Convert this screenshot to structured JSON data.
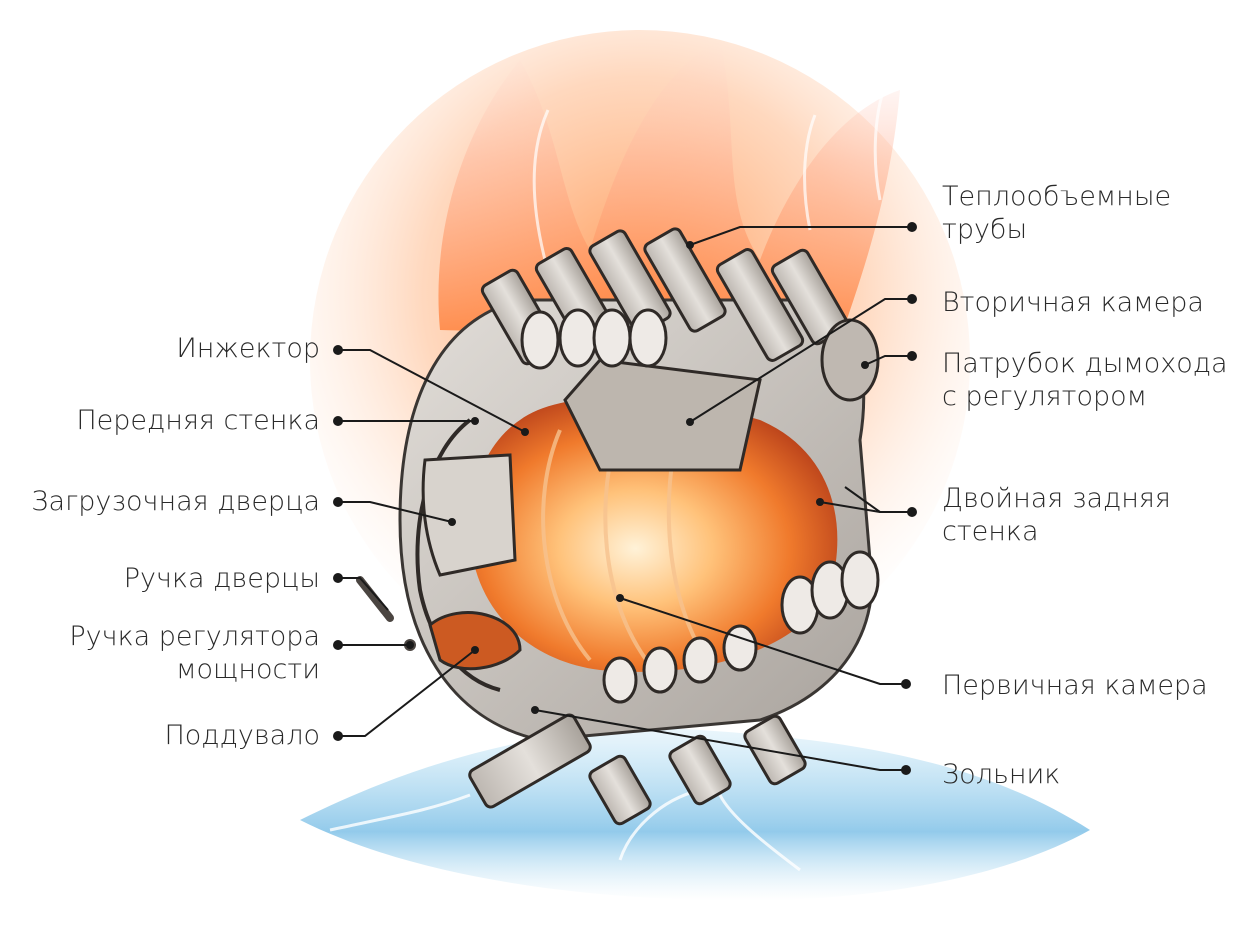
{
  "labels": {
    "injector": "Инжектор",
    "front_wall": "Передняя стенка",
    "loading_door": "Загрузочная дверца",
    "door_handle": "Ручка дверцы",
    "power_handle_1": "Ручка регулятора",
    "power_handle_2": "мощности",
    "ash_blower": "Поддувало",
    "heat_pipes_1": "Теплообъемные",
    "heat_pipes_2": "трубы",
    "secondary_chamber": "Вторичная камера",
    "chimney_1": "Патрубок дымохода",
    "chimney_2": "с регулятором",
    "rear_wall_1": "Двойная задняя",
    "rear_wall_2": "стенка",
    "primary_chamber": "Первичная камера",
    "ash_pan": "Зольник"
  },
  "colors": {
    "metal": "#cdc8c2",
    "metal_dark": "#3a3633",
    "fire": "#f08a3a",
    "fire_glow": "#ffb47a",
    "cold_air": "#7cc4e8",
    "leader": "#1a1a1a",
    "text": "#2a2a2a"
  }
}
